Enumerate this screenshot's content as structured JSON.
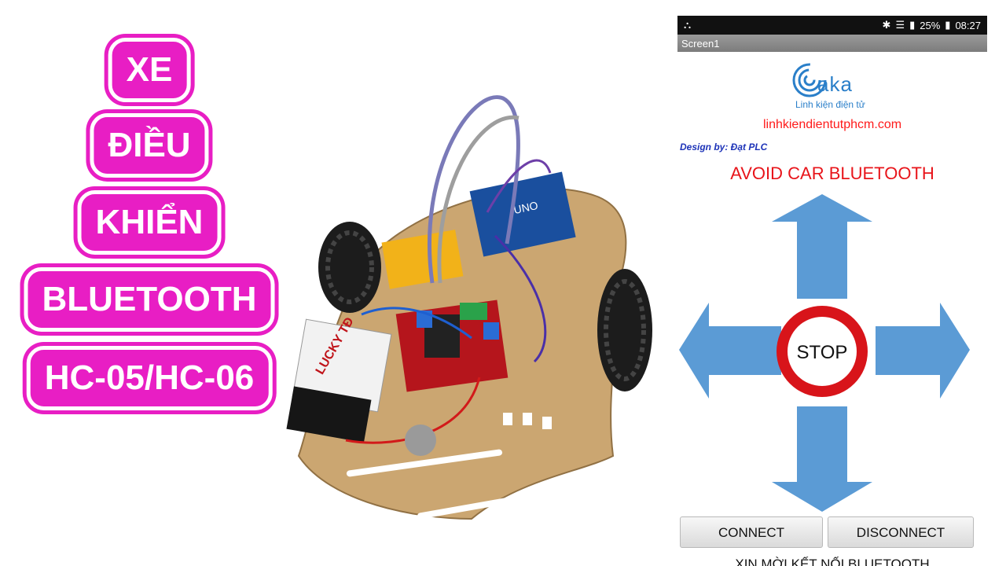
{
  "title_words": [
    "XE",
    "ĐIỀU",
    "KHIỂN",
    "BLUETOOTH",
    "HC-05/HC-06"
  ],
  "photo": {
    "battery_brand": "LUCKY TĐ",
    "board_label": "UNO"
  },
  "phone": {
    "status_bar": {
      "battery_percent": "25%",
      "time": "08:27"
    },
    "screen_title": "Screen1",
    "logo": {
      "brand": "aka",
      "tagline": "Linh kiện điện tử"
    },
    "website": "linhkiendientutphcm.com",
    "designer": "Design by: Đạt PLC",
    "app_title": "AVOID CAR BLUETOOTH",
    "stop_label": "STOP",
    "connect_label": "CONNECT",
    "disconnect_label": "DISCONNECT",
    "status_message": "XIN MỜI KẾT NỐI BLUETOOTH"
  },
  "colors": {
    "title_badge": "#e81ec4",
    "arrow_fill": "#5b9bd5",
    "stop_ring": "#d8141a",
    "title_red": "#e8141a"
  }
}
